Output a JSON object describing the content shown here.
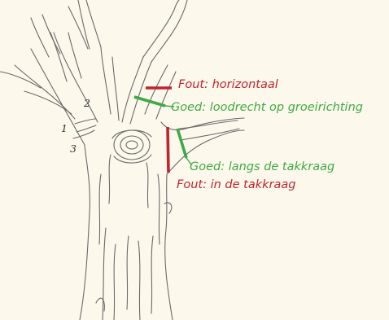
{
  "colors": {
    "background": "#fdf8ec",
    "outline": "#6a6a6a",
    "wrong": "#c0242e",
    "good": "#3daa45",
    "number_text": "#333333"
  },
  "cut_numbers": [
    "1",
    "2",
    "3"
  ],
  "annotations": {
    "wrong_horizontal": "Fout: horizontaal",
    "good_perpendicular": "Goed: loodrecht op groeirichting",
    "good_collar": "Goed: langs de takkraag",
    "wrong_collar": "Fout: in de takkraag"
  }
}
